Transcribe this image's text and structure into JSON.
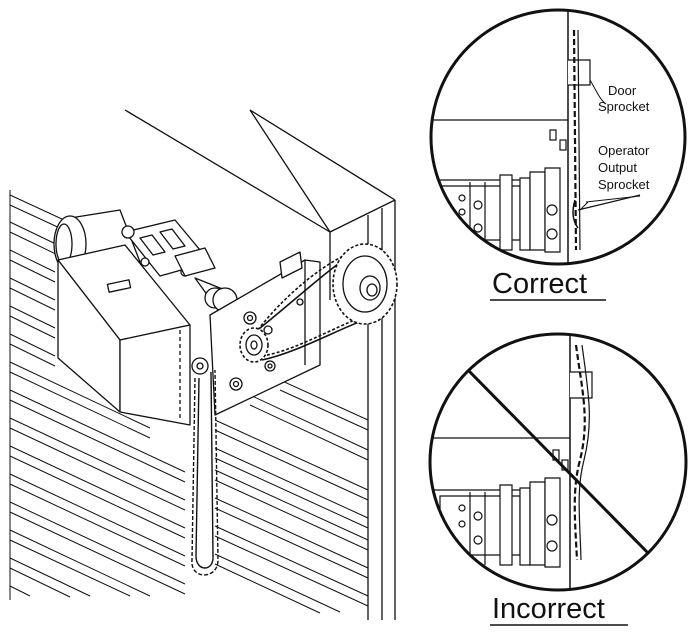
{
  "labels": {
    "door_sprocket": [
      "Door",
      "Sprocket"
    ],
    "operator_output_sprocket": [
      "Operator",
      "Output",
      "Sprocket"
    ],
    "correct": "Correct",
    "incorrect": "Incorrect"
  },
  "colors": {
    "line": "#111111",
    "background": "#ffffff"
  }
}
